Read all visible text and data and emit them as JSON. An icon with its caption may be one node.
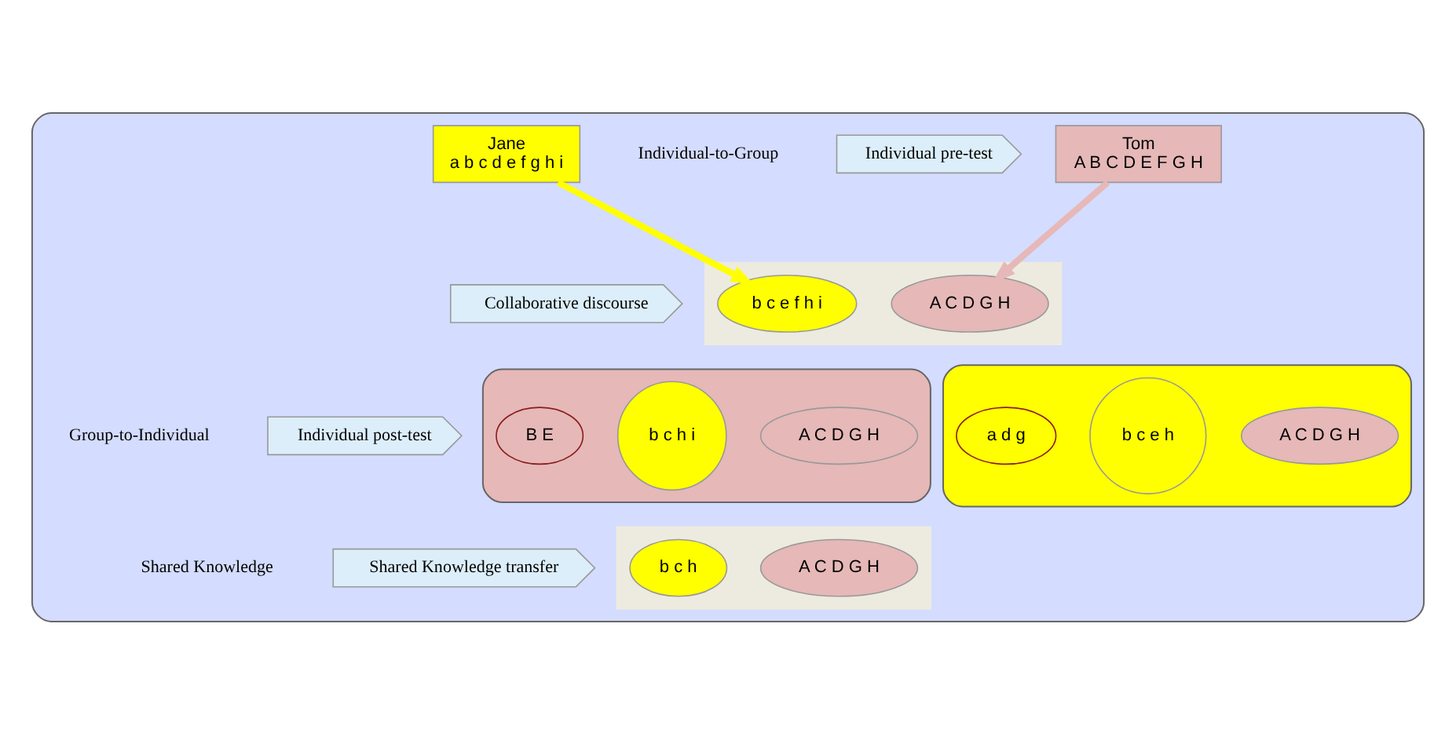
{
  "diagram": {
    "nodes": [
      {
        "text": [],
        "shape": "box"
      },
      {
        "text": [
          "Individual pre-test"
        ],
        "in": 0
      },
      {
        "text": [
          "Tom",
          "A B C D E F G H"
        ],
        "in": 0
      },
      {
        "text": [
          "Jane",
          "a b c d e f g h i"
        ],
        "in": 0
      },
      {
        "text": [
          "Collaborative discourse"
        ],
        "in": 0
      },
      {
        "text": [],
        "shape": "ellipse",
        "in": 0
      },
      {
        "text": [
          "A C D G H"
        ],
        "in": 5
      },
      {
        "text": [
          "b c e f h i"
        ],
        "in": 5
      },
      {
        "text": [
          "Individual post-test"
        ],
        "in": 0
      },
      {
        "text": [],
        "shape": "box",
        "in": 0
      },
      {
        "text": [
          "b c h i"
        ],
        "in": 9
      },
      {
        "text": [
          "A C D G H"
        ],
        "in": 9
      },
      {
        "text": [
          "B E"
        ],
        "in": 9
      },
      {
        "text": [],
        "shape": "box",
        "in": 0
      },
      {
        "text": [
          "A C D G H"
        ],
        "in": 13
      },
      {
        "text": [
          "b c e h"
        ],
        "in": 13
      },
      {
        "text": [
          "a d g"
        ],
        "in": 13
      },
      {
        "text": [
          "Shared Knowledge transfer"
        ],
        "in": 0
      },
      {
        "text": [],
        "shape": "ellipse",
        "in": 0
      },
      {
        "text": [
          "A C D G H"
        ],
        "in": 18
      },
      {
        "text": [
          "b c h"
        ],
        "in": 18
      }
    ],
    "edges": [
      {
        "from": 2,
        "to": 6,
        "arrow": "to",
        "color": "#e6b8b8"
      },
      {
        "from": 3,
        "to": 7,
        "arrow": "to",
        "color": "#ffff00"
      }
    ],
    "labels": [
      "Individual-to-Group",
      "Group-to-Individual",
      "Shared Knowledge"
    ]
  }
}
